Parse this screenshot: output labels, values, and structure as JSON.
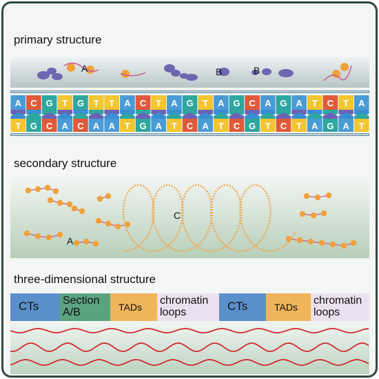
{
  "headings": {
    "primary": "primary structure",
    "secondary": "secondary structure",
    "three_d": "three-dimensional structure"
  },
  "markers": {
    "a1": "A",
    "b1": "B",
    "b2": "B",
    "c": "C",
    "a2": "A"
  },
  "dna": {
    "top": [
      "A",
      "C",
      "G",
      "T",
      "G",
      "T",
      "T",
      "A",
      "C",
      "T",
      "A",
      "G",
      "T",
      "A",
      "G",
      "C",
      "A",
      "G",
      "A",
      "T",
      "C",
      "T",
      "A"
    ],
    "bottom": [
      "T",
      "G",
      "C",
      "A",
      "C",
      "A",
      "A",
      "T",
      "G",
      "A",
      "T",
      "C",
      "A",
      "T",
      "C",
      "G",
      "T",
      "C",
      "T",
      "A",
      "G",
      "A",
      "T"
    ],
    "base_colors": {
      "A": "#4a9cd6",
      "T": "#f2c531",
      "G": "#2ea7a0",
      "C": "#e05a3a"
    },
    "backbone_colors": [
      "#6b63b5",
      "#3a8ed3",
      "#2ea7a0"
    ]
  },
  "colors": {
    "ct": "#5b8fc9",
    "section": "#5aa37e",
    "tad": "#f0b45a",
    "loop": "#ece0f0",
    "protein": "#6b67b0",
    "nucleosome": "#f2a03a",
    "fiber": "#c95a8a",
    "wave": "#d02a30"
  },
  "three_d": {
    "boxes": [
      {
        "label": "CTs",
        "type": "ct"
      },
      {
        "label": "Section A/B",
        "type": "section"
      },
      {
        "label": "TADs",
        "type": "tad"
      },
      {
        "label": "chromatin loops",
        "type": "loop"
      },
      {
        "label": "CTs",
        "type": "ct"
      },
      {
        "label": "TADs",
        "type": "tad"
      },
      {
        "label": "chromatin loops",
        "type": "loop"
      }
    ]
  }
}
